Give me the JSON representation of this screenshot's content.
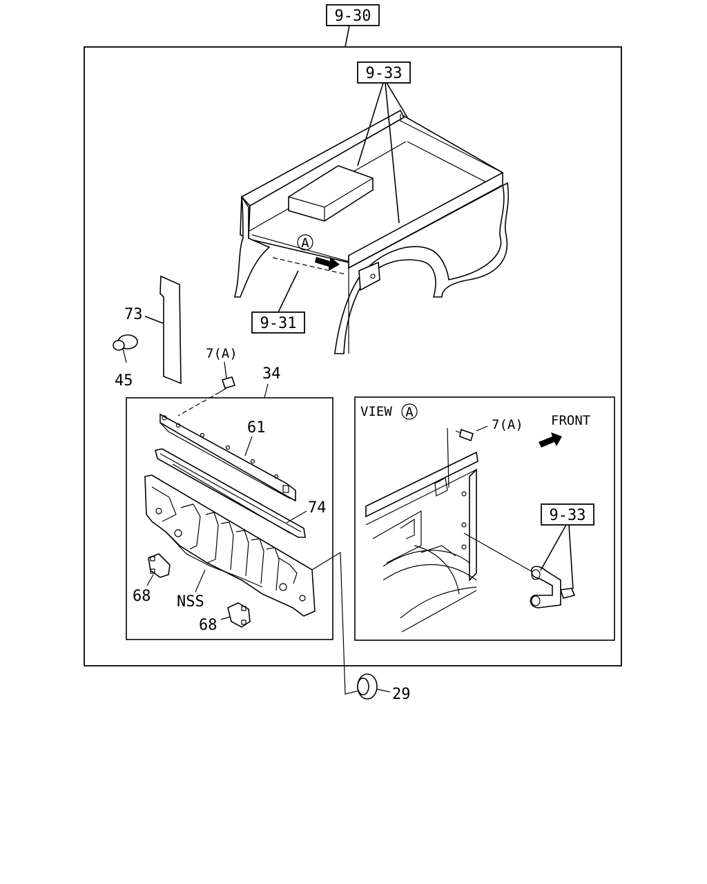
{
  "labels": {
    "assembly": "9-30",
    "ref_bed_top": "9-33",
    "ref_bed_body": "9-31",
    "ref_view_a": "9-33",
    "view_word": "VIEW",
    "view_circle": "A",
    "bed_circle": "A",
    "front": "FRONT",
    "p73": "73",
    "p45": "45",
    "p7a_left": "7(A)",
    "p34": "34",
    "p61": "61",
    "p74": "74",
    "p68_left": "68",
    "nss": "NSS",
    "p68_bottom": "68",
    "p7a_view": "7(A)",
    "p29": "29"
  }
}
